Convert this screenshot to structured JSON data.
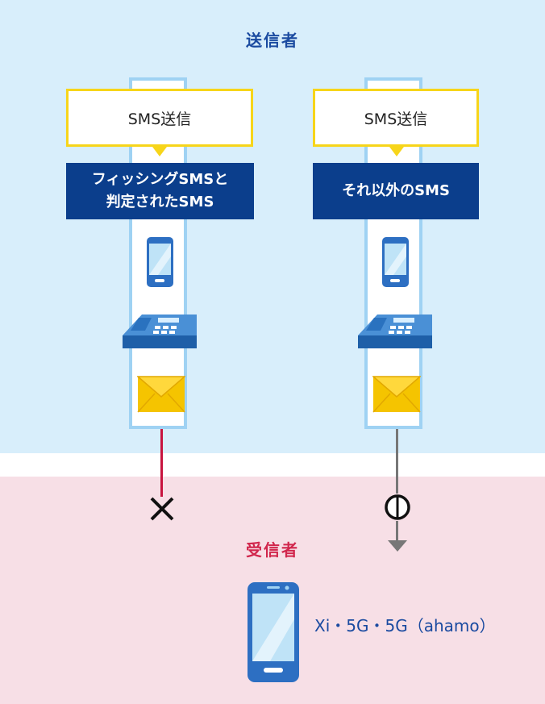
{
  "sender_title": "送信者",
  "receiver_title": "受信者",
  "columns": [
    {
      "sms_label": "SMS送信",
      "type_label": "フィッシングSMSと\n判定されたSMS",
      "result_symbol": "×",
      "delivered": false
    },
    {
      "sms_label": "SMS送信",
      "type_label": "それ以外のSMS",
      "result_symbol": "○",
      "delivered": true
    }
  ],
  "receiver_device": "Xi・5G・5G（ahamo）",
  "colors": {
    "sender_bg": "#d8eefb",
    "receiver_bg": "#f7dfe6",
    "column_border": "#9fd2f3",
    "sms_box_border": "#f7d51a",
    "type_box_bg": "#0b3e8c",
    "blocked_line": "#c8143f",
    "delivered_line": "#777777",
    "title_blue": "#1a4aa0",
    "title_red": "#d1264c"
  },
  "icons": [
    "smartphone-icon",
    "landline-phone-icon",
    "envelope-icon",
    "blocked-x-icon",
    "delivered-circle-icon",
    "arrow-down-icon"
  ]
}
